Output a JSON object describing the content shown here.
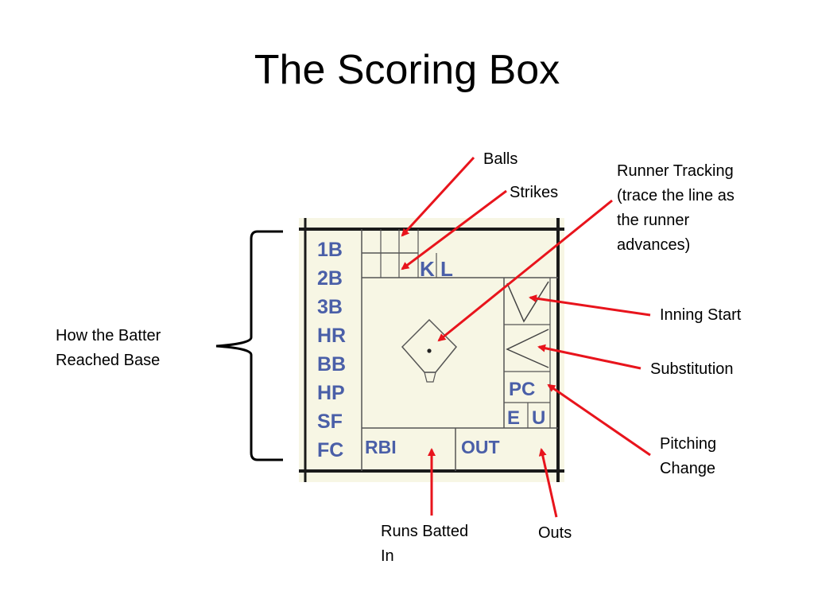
{
  "title": "The Scoring Box",
  "box": {
    "bases": [
      "1B",
      "2B",
      "3B",
      "HR",
      "BB",
      "HP",
      "SF",
      "FC"
    ],
    "k": "K",
    "l": "L",
    "pc": "PC",
    "e": "E",
    "u": "U",
    "rbi": "RBI",
    "out": "OUT"
  },
  "labels": {
    "balls": "Balls",
    "strikes": "Strikes",
    "runner_tracking": [
      "Runner Tracking",
      "(trace the line as",
      "the runner",
      "advances)"
    ],
    "inning_start": "Inning Start",
    "substitution": "Substitution",
    "pitching_change": [
      "Pitching",
      "Change"
    ],
    "how_reached": [
      "How the Batter",
      "Reached Base"
    ],
    "rbi_label": [
      "Runs Batted",
      "In"
    ],
    "outs": "Outs"
  },
  "colors": {
    "arrow": "#e8141c",
    "box_bg": "#f7f6e4",
    "box_line": "#1a1a1a",
    "box_text": "#4a5fa8"
  }
}
